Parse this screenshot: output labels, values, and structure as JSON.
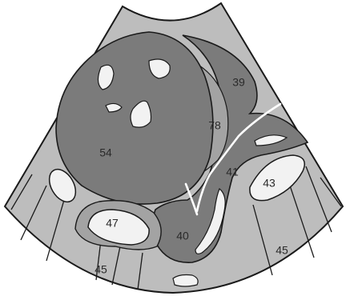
{
  "colors": {
    "background": "#ffffff",
    "fan": "#bdbdbd",
    "mid": "#a3a3a3",
    "dark": "#7b7b7b",
    "light": "#f2f2f2",
    "stroke": "#1a1a1a"
  },
  "labels": {
    "n39": "39",
    "n78": "78",
    "n54": "54",
    "n41": "41",
    "n43": "43",
    "n47": "47",
    "n40": "40",
    "n45a": "45",
    "n45b": "45"
  }
}
